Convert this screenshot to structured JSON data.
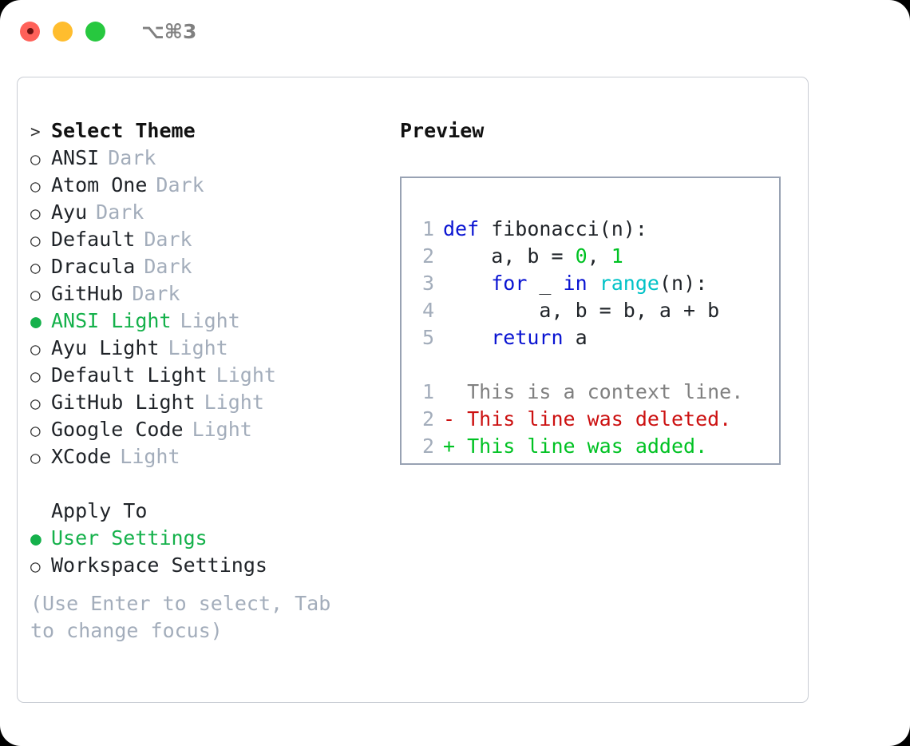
{
  "titlebar": {
    "shortcut": "⌥⌘3",
    "buttons": [
      {
        "name": "close",
        "color": "#ff6159"
      },
      {
        "name": "minimize",
        "color": "#ffbd2e"
      },
      {
        "name": "maximize",
        "color": "#27c83f"
      }
    ]
  },
  "theme_panel": {
    "heading_marker": ">",
    "heading": "Select Theme",
    "themes": [
      {
        "marker": "○",
        "name": "ANSI",
        "tag": "Dark",
        "selected": false
      },
      {
        "marker": "○",
        "name": "Atom One",
        "tag": "Dark",
        "selected": false
      },
      {
        "marker": "○",
        "name": "Ayu",
        "tag": "Dark",
        "selected": false
      },
      {
        "marker": "○",
        "name": "Default",
        "tag": "Dark",
        "selected": false
      },
      {
        "marker": "○",
        "name": "Dracula",
        "tag": "Dark",
        "selected": false
      },
      {
        "marker": "○",
        "name": "GitHub",
        "tag": "Dark",
        "selected": false
      },
      {
        "marker": "●",
        "name": "ANSI Light",
        "tag": "Light",
        "selected": true
      },
      {
        "marker": "○",
        "name": "Ayu Light",
        "tag": "Light",
        "selected": false
      },
      {
        "marker": "○",
        "name": "Default Light",
        "tag": "Light",
        "selected": false
      },
      {
        "marker": "○",
        "name": "GitHub Light",
        "tag": "Light",
        "selected": false
      },
      {
        "marker": "○",
        "name": "Google Code",
        "tag": "Light",
        "selected": false
      },
      {
        "marker": "○",
        "name": "XCode",
        "tag": "Light",
        "selected": false
      }
    ]
  },
  "apply_to": {
    "heading": "Apply To",
    "options": [
      {
        "marker": "●",
        "label": "User Settings",
        "selected": true
      },
      {
        "marker": "○",
        "label": "Workspace Settings",
        "selected": false
      }
    ]
  },
  "hint": "(Use Enter to select, Tab to change focus)",
  "preview": {
    "heading": "Preview",
    "code_lines": [
      {
        "number": "1",
        "tokens": [
          {
            "t": "def",
            "c": "kw"
          },
          {
            "t": " fibonacci(n):",
            "c": "plain"
          }
        ]
      },
      {
        "number": "2",
        "tokens": [
          {
            "t": "    a, b = ",
            "c": "plain"
          },
          {
            "t": "0",
            "c": "num"
          },
          {
            "t": ", ",
            "c": "plain"
          },
          {
            "t": "1",
            "c": "num"
          }
        ]
      },
      {
        "number": "3",
        "tokens": [
          {
            "t": "    ",
            "c": "plain"
          },
          {
            "t": "for",
            "c": "kw"
          },
          {
            "t": " _ ",
            "c": "plain"
          },
          {
            "t": "in",
            "c": "kw"
          },
          {
            "t": " ",
            "c": "plain"
          },
          {
            "t": "range",
            "c": "fn"
          },
          {
            "t": "(n):",
            "c": "plain"
          }
        ]
      },
      {
        "number": "4",
        "tokens": [
          {
            "t": "        a, b = b, a + b",
            "c": "plain"
          }
        ]
      },
      {
        "number": "5",
        "tokens": [
          {
            "t": "    ",
            "c": "plain"
          },
          {
            "t": "return",
            "c": "kw"
          },
          {
            "t": " a",
            "c": "plain"
          }
        ]
      },
      {
        "number": "",
        "tokens": []
      },
      {
        "number": "1",
        "tokens": [
          {
            "t": "  This is a context line.",
            "c": "ctx"
          }
        ]
      },
      {
        "number": "2",
        "tokens": [
          {
            "t": "- This line was deleted.",
            "c": "del"
          }
        ]
      },
      {
        "number": "2",
        "tokens": [
          {
            "t": "+ This line was added.",
            "c": "add"
          }
        ]
      }
    ]
  },
  "colors": {
    "accent_green": "#15b14b",
    "muted_gray": "#a3adbb",
    "keyword_blue": "#0a14d2",
    "function_cyan": "#00c2c7",
    "number_green": "#00c223",
    "diff_delete_red": "#cc1111",
    "diff_add_green": "#00c223",
    "card_border": "#c9cdd4",
    "preview_border": "#98a2b3"
  }
}
